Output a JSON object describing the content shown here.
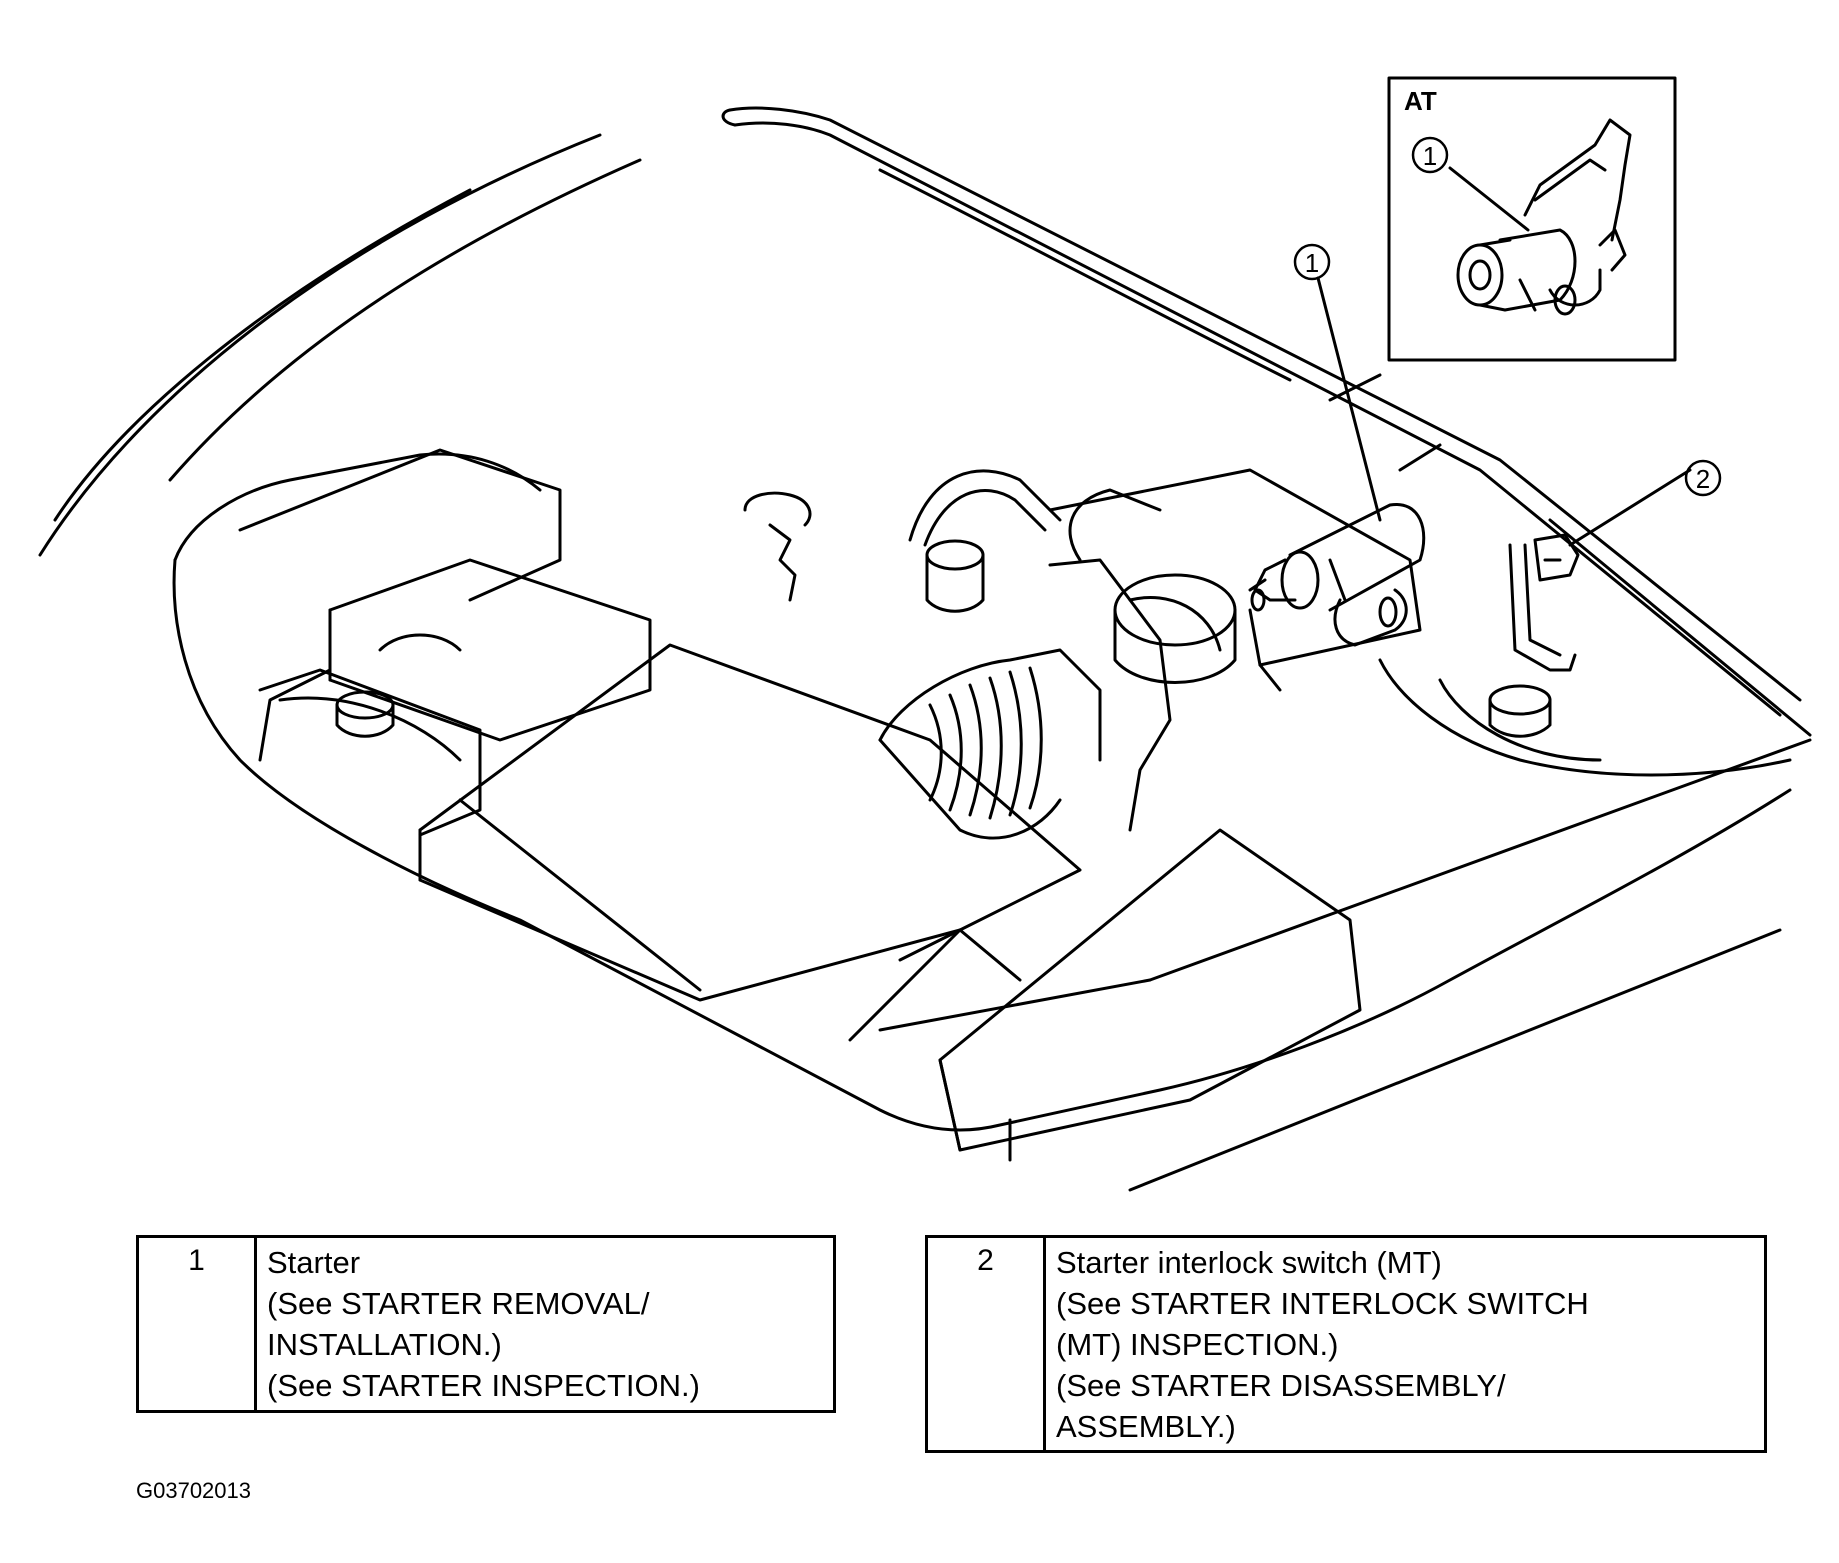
{
  "inset": {
    "label": "AT",
    "callout": "1"
  },
  "callouts": {
    "starter": "1",
    "interlock_switch": "2"
  },
  "legend": [
    {
      "number": "1",
      "lines": [
        "Starter",
        "(See STARTER REMOVAL/",
        "INSTALLATION.)",
        "(See STARTER INSPECTION.)"
      ]
    },
    {
      "number": "2",
      "lines": [
        "Starter interlock switch (MT)",
        "(See STARTER INTERLOCK SWITCH",
        "(MT) INSPECTION.)",
        "(See STARTER DISASSEMBLY/",
        "ASSEMBLY.)"
      ]
    }
  ],
  "figure_code": "G03702013"
}
